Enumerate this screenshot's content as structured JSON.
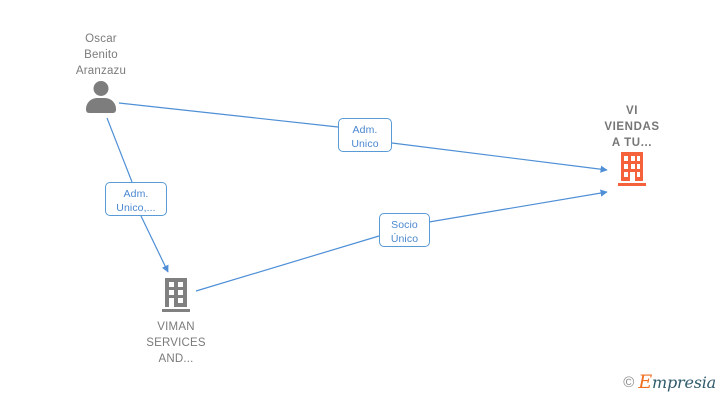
{
  "diagram": {
    "type": "relationship-graph",
    "background": "#ffffff",
    "accent_blue": "#4a87d0",
    "edge_blue": "#4e8fd6",
    "company_orange": "#f4613a",
    "neutral_gray": "#7d7d7d",
    "nodes": [
      {
        "id": "person-oscar",
        "kind": "person",
        "icon": "person-icon",
        "label": "Oscar\nBenito\nAranzazu",
        "label_position": "above",
        "color": "#7d7d7d"
      },
      {
        "id": "company-viviendas",
        "kind": "company",
        "icon": "building-icon",
        "label": "VI\nVIENDAS\nA TU...",
        "label_position": "above",
        "color": "#f4613a",
        "primary": true
      },
      {
        "id": "company-viman",
        "kind": "company",
        "icon": "building-icon",
        "label": "VIMAN\nSERVICES\nAND...",
        "label_position": "below",
        "color": "#808080"
      }
    ],
    "edges": [
      {
        "id": "edge-oscar-viviendas",
        "from": "person-oscar",
        "to": "company-viviendas",
        "label": "Adm.\nUnico"
      },
      {
        "id": "edge-oscar-viman",
        "from": "person-oscar",
        "to": "company-viman",
        "label": "Adm.\nUnico,..."
      },
      {
        "id": "edge-viman-viviendas",
        "from": "company-viman",
        "to": "company-viviendas",
        "label": "Socio\nÚnico"
      }
    ]
  },
  "watermark": {
    "copyright": "©",
    "brand_initial": "E",
    "brand_rest": "mpresia"
  }
}
